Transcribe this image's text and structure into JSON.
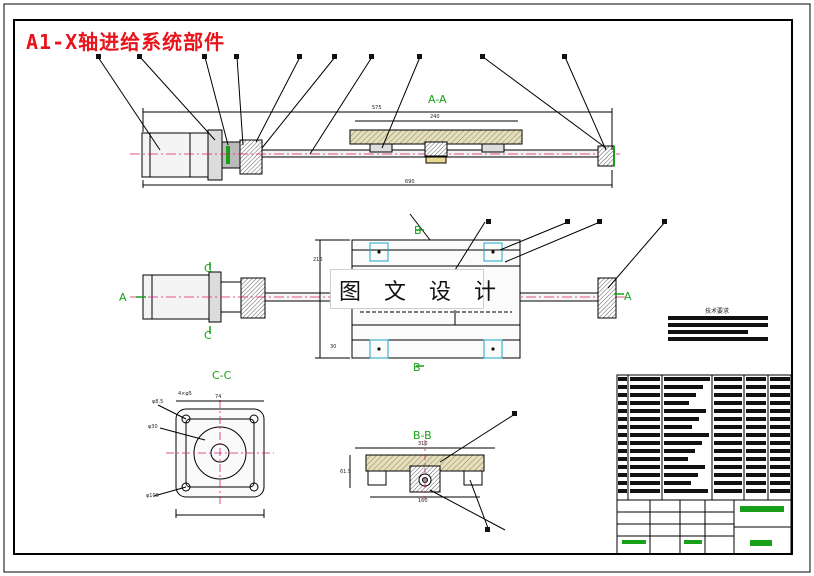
{
  "drawing_title": "A1-X轴进给系统部件",
  "watermark": "图 文 设 计",
  "views": {
    "section_aa": "A-A",
    "section_bb": "B-B",
    "section_cc": "C-C",
    "marker_a": "A",
    "marker_b": "B",
    "marker_c": "C"
  },
  "dimensions": {
    "aa_top": "575",
    "aa_inner": "240",
    "aa_bottom": "690",
    "plan_height": "216",
    "plan_side": "30",
    "bb_width": "310",
    "bb_height": "61.5",
    "bb_center": "160",
    "cc_square": "74",
    "cc_bolt": "4×φ5",
    "cc_hole": "φ30",
    "cc_shaft": "φ8.5",
    "cc_circle": "φ100"
  },
  "technical_requirements_title": "技术要求",
  "colors": {
    "frame": "#000000",
    "title": "#e8141c",
    "label": "#18a018",
    "center_line": "#d81e6e",
    "hatch": "#d9d2ad",
    "hatch_stroke": "#7a7350",
    "parts_fill": "#e8e8e8",
    "table": "#111111"
  }
}
